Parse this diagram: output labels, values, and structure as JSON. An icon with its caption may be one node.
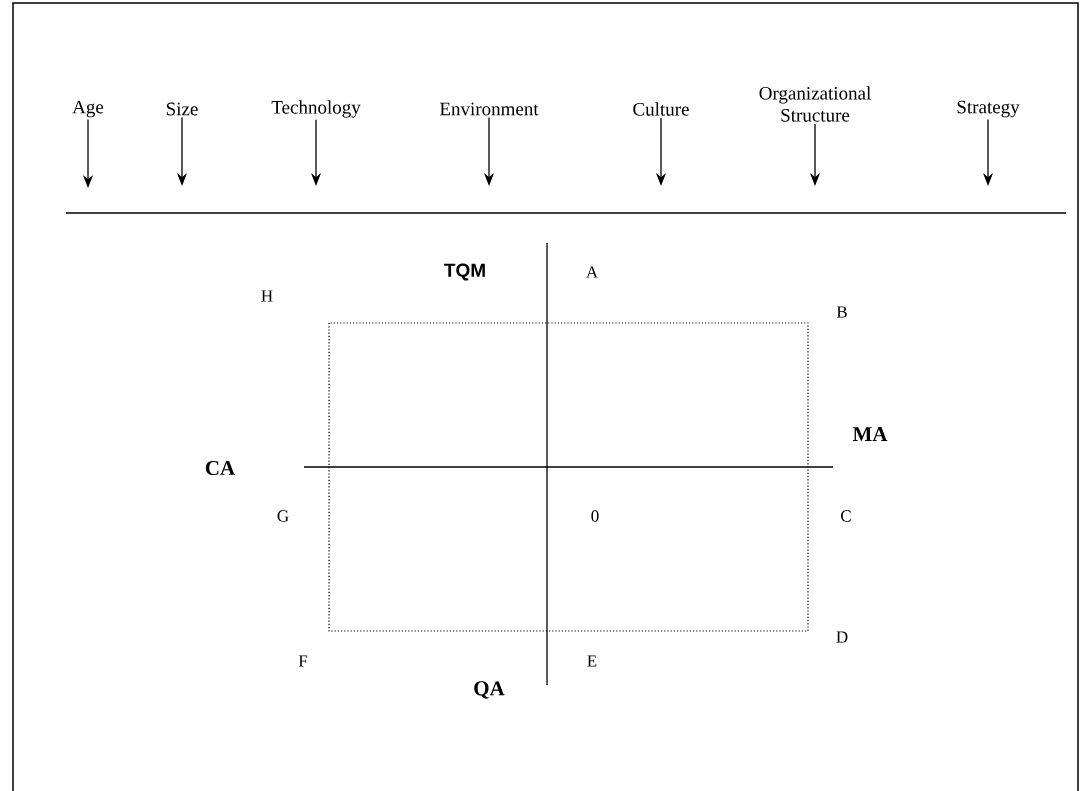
{
  "diagram": {
    "nodes": [
      {
        "text": [
          "Age"
        ]
      },
      {
        "text": [
          "Size"
        ]
      },
      {
        "text": [
          "Technology"
        ]
      },
      {
        "text": [
          "Environment"
        ]
      },
      {
        "text": [
          "Culture"
        ]
      },
      {
        "text": [
          "Organizational Structure"
        ]
      },
      {
        "text": [
          "Strategy"
        ]
      }
    ],
    "edges": [
      {
        "from": 0,
        "to": null,
        "arrow": "to"
      },
      {
        "from": 1,
        "to": null,
        "arrow": "to"
      },
      {
        "from": 2,
        "to": null,
        "arrow": "to"
      },
      {
        "from": 3,
        "to": null,
        "arrow": "to"
      },
      {
        "from": 4,
        "to": null,
        "arrow": "to"
      },
      {
        "from": 5,
        "to": null,
        "arrow": "to"
      },
      {
        "from": 6,
        "to": null,
        "arrow": "to"
      }
    ],
    "labels": [
      "TQM",
      "A",
      "H",
      "B",
      "MA",
      "CA",
      "G",
      "0",
      "C",
      "D",
      "F",
      "E",
      "QA"
    ]
  }
}
